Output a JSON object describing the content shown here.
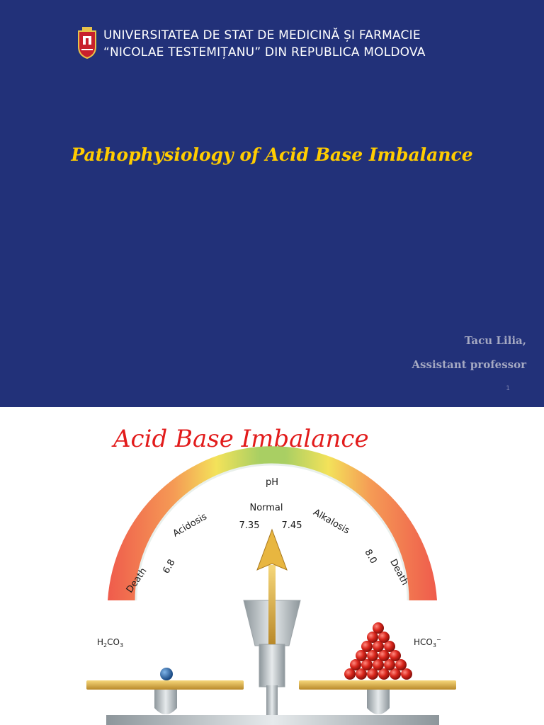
{
  "slide1": {
    "university_line1": "UNIVERSITATEA DE STAT DE MEDICINĂ ȘI FARMACIE",
    "university_line2": "“NICOLAE TESTEMIȚANU” DIN REPUBLICA MOLDOVA",
    "title": "Pathophysiology of Acid Base Imbalance",
    "author_name": "Tacu Lilia,",
    "author_role": "Assistant professor",
    "page_number": "1",
    "colors": {
      "background": "#223179",
      "title": "#ffcc00"
    }
  },
  "slide2": {
    "title": "Acid Base Imbalance",
    "gauge": {
      "top_label": "pH",
      "normal_label": "Normal",
      "left_normal": "7.35",
      "right_normal": "7.45",
      "acidosis": "Acidosis",
      "alkalosis": "Alkalosis",
      "left_value": "6.8",
      "right_value": "8.0",
      "left_death": "Death",
      "right_death": "Death",
      "left_chem": "H2CO3",
      "right_chem": "HCO3"
    },
    "colors": {
      "title": "#e21b1b"
    }
  }
}
